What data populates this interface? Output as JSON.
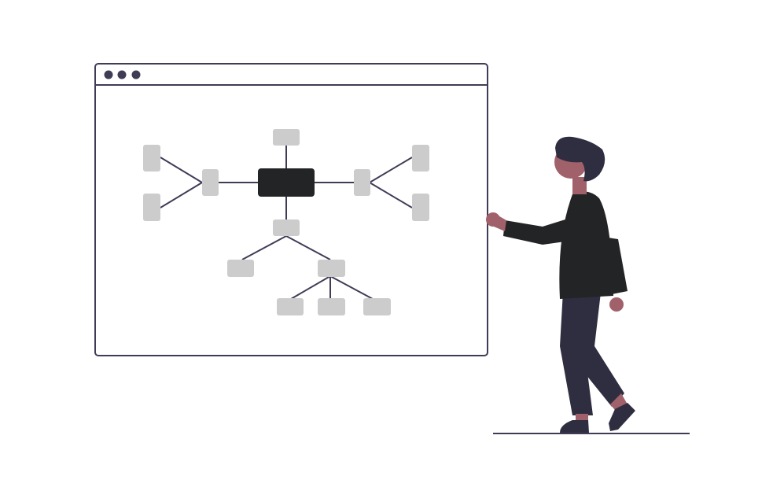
{
  "colors": {
    "background": "#ffffff",
    "outline": "#3f3d56",
    "node": "#cccccc",
    "central_node": "#222426",
    "skin": "#a0616a",
    "hair": "#2f2e41",
    "shirt": "#222426",
    "pants": "#2f2e41",
    "shoe": "#2f2e41"
  },
  "browser_window": {
    "controls": [
      "window-dot-1",
      "window-dot-2",
      "window-dot-3"
    ]
  },
  "diagram": {
    "central_node": "central-node",
    "node_count": 14
  },
  "illustration": {
    "subject": "person-presenting",
    "pose": "pointing-at-window"
  }
}
